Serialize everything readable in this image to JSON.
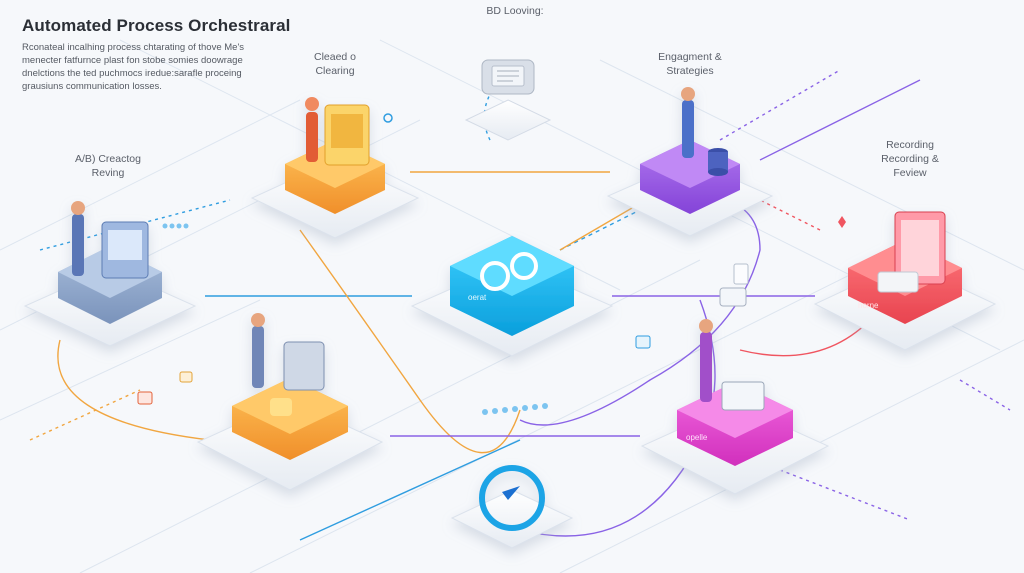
{
  "header": {
    "title": "Automated Process Orchestraral",
    "description_lines": [
      "Rconateal incalhing process chtarating of thove Me's",
      "menecter fatfurnce plast fon stobe somies doowrage",
      "dnelctions the ted puchmocs iredue:sarafle proceing",
      "grausiuns communication losses."
    ]
  },
  "top_label": "BD Looving:",
  "stage_labels": {
    "cleared": [
      "Cleaed o",
      "Clearing"
    ],
    "engagement": [
      "Engagment &",
      "Strategies"
    ],
    "ab_testing": [
      "A/B) Creactog",
      "Reving"
    ],
    "recording": [
      "Recording",
      "Recording &",
      "Feview"
    ]
  },
  "node_texts": {
    "hub": "oerat",
    "red": "horne",
    "magenta": "opelle"
  },
  "colors": {
    "background": "#f6f8fb",
    "orange": "#f5a43a",
    "blue_gray": "#8fa6c8",
    "cyan": "#1fb6ea",
    "purple": "#9a55e0",
    "red": "#f05560",
    "magenta": "#e246c8",
    "connector_blue": "#2f9de0",
    "connector_orange": "#f1a640",
    "connector_purple": "#8a63e6"
  }
}
